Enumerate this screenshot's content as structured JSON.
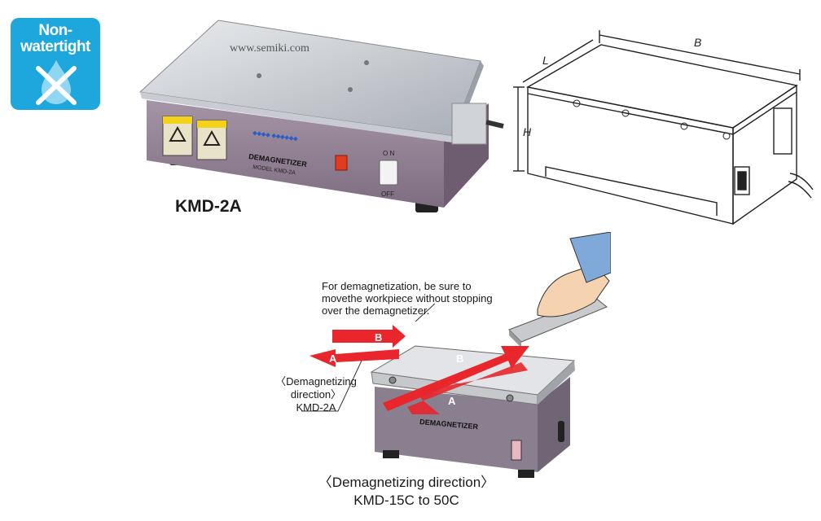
{
  "badge": {
    "line1": "Non-",
    "line2": "watertight",
    "color": "#1ea7dd"
  },
  "watermark": "www.semiki.com",
  "product": {
    "model_label": "KMD-2A",
    "front_title": "DEMAGNETIZER",
    "front_model": "MODEL KMD-2A",
    "switch_on": "O N",
    "switch_off": "OFF"
  },
  "dimensions": {
    "length": "L",
    "breadth": "B",
    "height": "H"
  },
  "usage": {
    "note_line1": "For demagnetization, be sure to",
    "note_line2": "movethe workpiece without stopping",
    "note_line3": "over the demagnetizer.",
    "arrow_a": "A",
    "arrow_b": "B",
    "small_caption_line1": "〈Demagnetizing",
    "small_caption_line2": "direction〉",
    "small_caption_line3": "KMD-2A",
    "big_caption_line1": "〈Demagnetizing direction〉",
    "big_caption_line2": "KMD-15C to 50C",
    "device_label": "DEMAGNETIZER",
    "arrow_color": "#e8262b"
  }
}
